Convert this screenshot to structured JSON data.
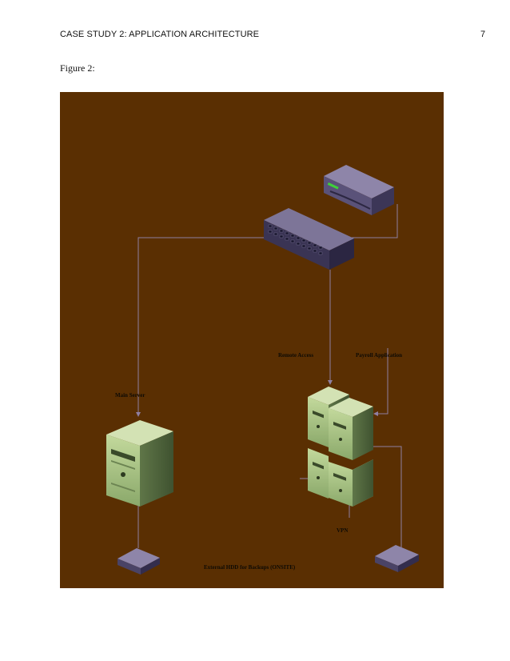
{
  "header": {
    "title": "CASE STUDY 2: APPLICATION ARCHITECTURE",
    "page_number": "7"
  },
  "figure": {
    "caption": "Figure  2:",
    "background_color": "#5a2f02",
    "line_color": "#8f7fa3",
    "labels": {
      "remote_access": "Remote Access",
      "payroll_application": "Payroll Application",
      "main_server": "Main Server",
      "vpn": "VPN",
      "external_hdd": "External HDD for Backups (ONSITE)"
    }
  }
}
